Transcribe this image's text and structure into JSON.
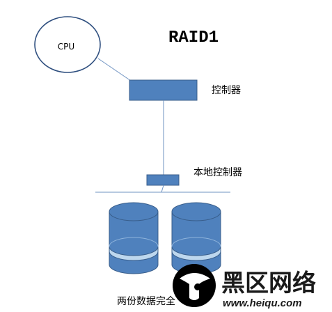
{
  "diagram": {
    "title": "RAID1",
    "cpu_label": "CPU",
    "controller_label": "控制器",
    "local_controller_label": "本地控制器",
    "disks_caption": "两份数据完全"
  },
  "watermark": {
    "brand": "黑区网络",
    "url": "www.heiqu.com"
  },
  "colors": {
    "box_fill": "#4f81bd",
    "box_stroke": "#385d8a",
    "cylinder_band": "#bdd7ee",
    "cpu_stroke": "#2f4f7f",
    "connector": "#6f93c2"
  }
}
